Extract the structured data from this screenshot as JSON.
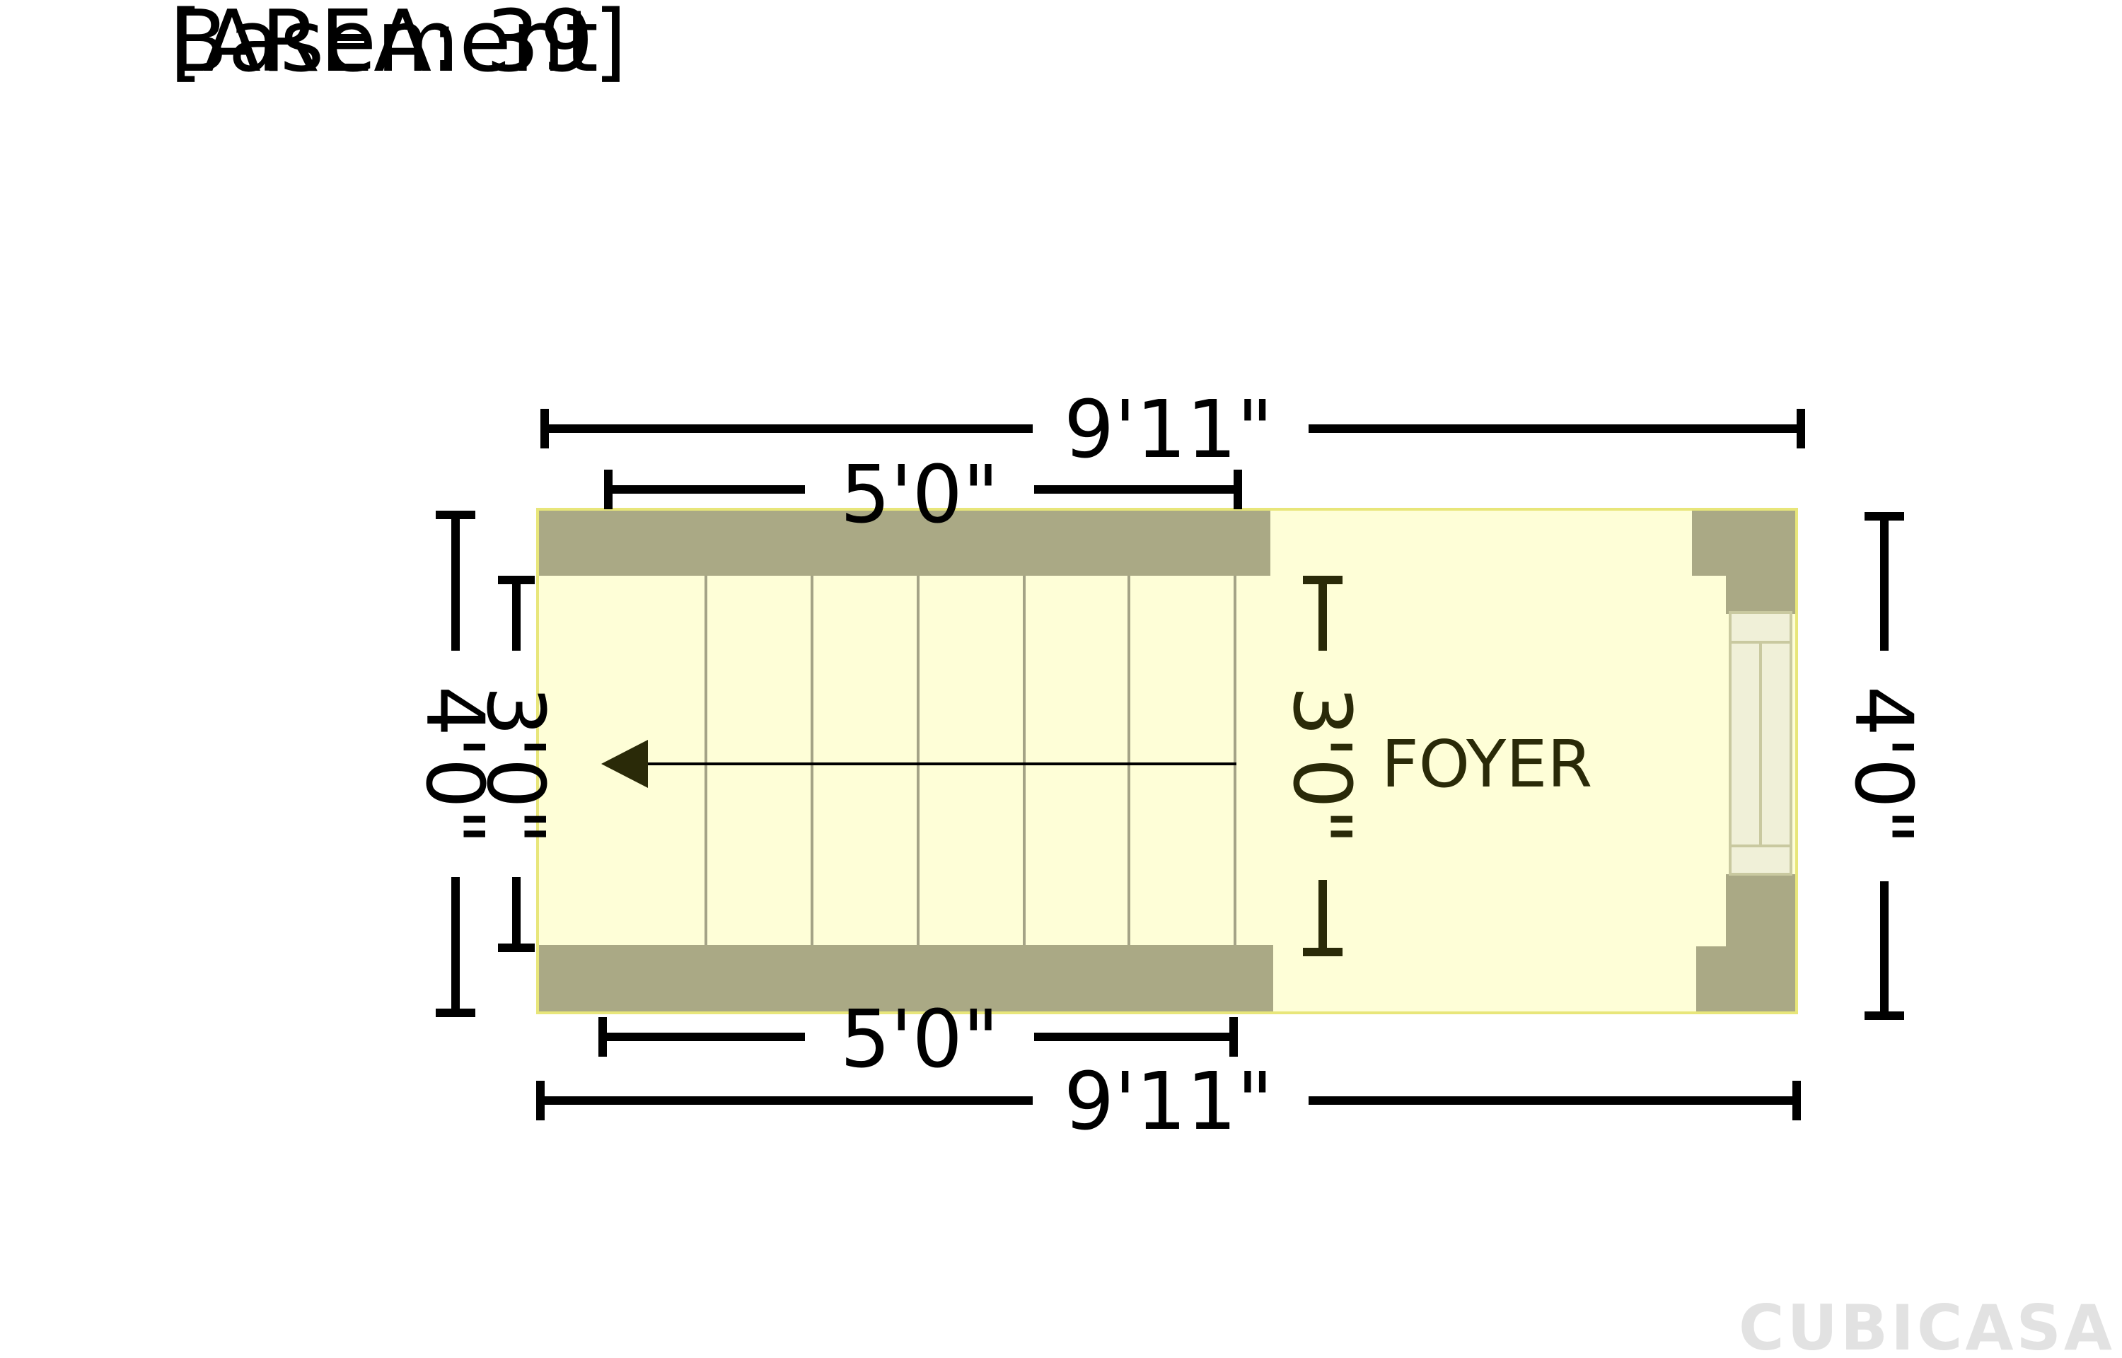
{
  "floor": {
    "name": "Basement",
    "area_label": "[AREA: 39]"
  },
  "rooms": [
    {
      "label": "FOYER"
    }
  ],
  "dimensions": {
    "top_overall": "9'11\"",
    "top_stair": "5'0\"",
    "bottom_stair": "5'0\"",
    "bottom_overall": "9'11\"",
    "left_overall": "4'0\"",
    "left_stair": "3'0\"",
    "stair_end": "3'0\"",
    "right_overall": "4'0\""
  },
  "watermark": "CUBICASA",
  "colors": {
    "wall": "#aaa985",
    "floor": "#fefed7",
    "outline": "#e8e67a",
    "arrow": "#2a2a08"
  }
}
